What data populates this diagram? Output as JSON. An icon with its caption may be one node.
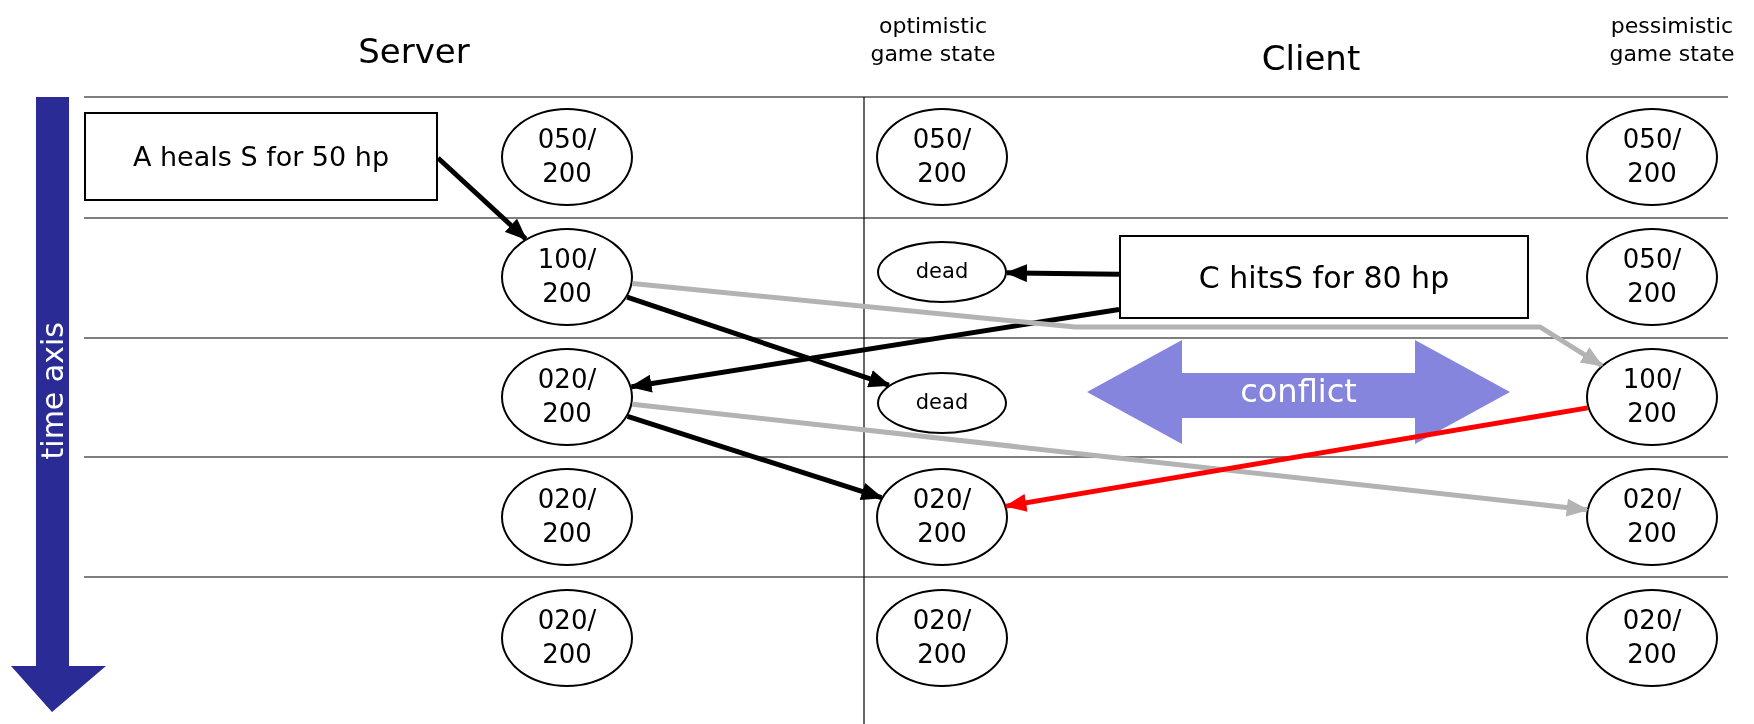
{
  "diagram": {
    "nodes": [
      {
        "text": [
          "A heals S for 50 hp"
        ]
      },
      {
        "text": [
          "050/ 200"
        ]
      },
      {
        "text": [
          "050/ 200"
        ]
      },
      {
        "text": [
          "050/ 200"
        ]
      },
      {
        "text": [
          "100/ 200"
        ]
      },
      {
        "text": [
          "dead"
        ]
      },
      {
        "text": [
          "C hitsS for 80 hp"
        ]
      },
      {
        "text": [
          "050/ 200"
        ]
      },
      {
        "text": [
          "020/ 200"
        ]
      },
      {
        "text": [
          "dead"
        ]
      },
      {
        "text": [
          "conflict"
        ]
      },
      {
        "text": [
          "100/ 200"
        ]
      },
      {
        "text": [
          "020/ 200"
        ]
      },
      {
        "text": [
          "020/ 200"
        ]
      },
      {
        "text": [
          "020/ 200"
        ]
      },
      {
        "text": [
          "020/ 200"
        ]
      },
      {
        "text": [
          "020/ 200"
        ]
      },
      {
        "text": [
          "020/ 200"
        ]
      }
    ],
    "edges": [
      {
        "from": 0,
        "to": 4,
        "arrow": "to"
      },
      {
        "from": 6,
        "to": 5,
        "arrow": "to"
      },
      {
        "from": 6,
        "to": 8,
        "arrow": "to"
      },
      {
        "from": 4,
        "to": 9,
        "arrow": "to"
      },
      {
        "from": 4,
        "to": 11,
        "arrow": "to",
        "color": "#b3b3b3"
      },
      {
        "from": 8,
        "to": 13,
        "arrow": "to"
      },
      {
        "from": 8,
        "to": 14,
        "arrow": "to",
        "color": "#b3b3b3"
      },
      {
        "from": 11,
        "to": 13,
        "arrow": "to",
        "color": "#ff0000"
      }
    ],
    "labels": [
      "optimistic game state",
      "pessimistic game state",
      "Server",
      "Client",
      "time axis"
    ]
  }
}
